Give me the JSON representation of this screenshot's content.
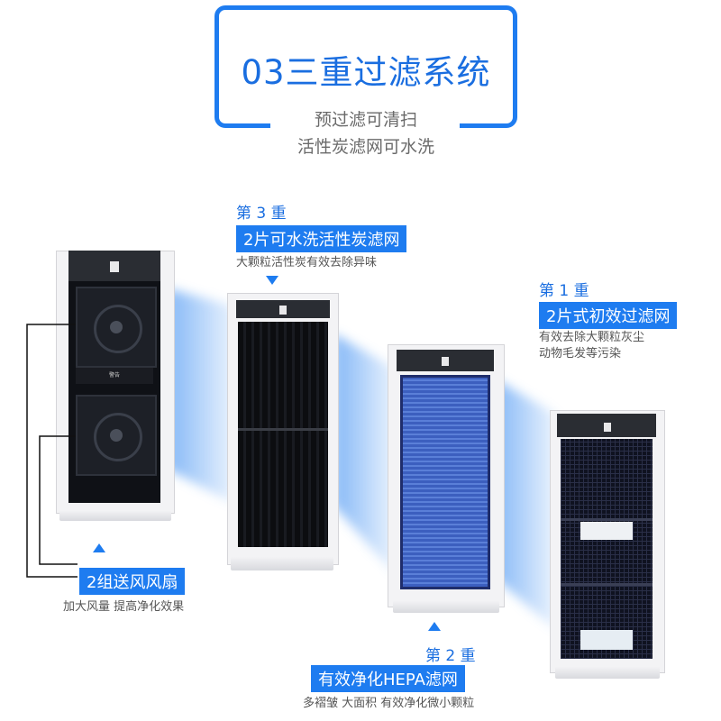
{
  "header": {
    "title": "03三重过滤系统",
    "subtitle_line1": "预过滤可清扫",
    "subtitle_line2": "活性炭滤网可水洗"
  },
  "fans": {
    "label": "2组送风风扇",
    "desc": "加大风量 提高净化效果",
    "warning_text": "警告"
  },
  "stage3": {
    "stage": "第 3 重",
    "label": "2片可水洗活性炭滤网",
    "desc": "大颗粒活性炭有效去除异味"
  },
  "stage2": {
    "stage": "第 2 重",
    "label": "有效净化HEPA滤网",
    "desc": "多褶皱 大面积 有效净化微小颗粒"
  },
  "stage1": {
    "stage": "第 1 重",
    "label": "2片式初效过滤网",
    "desc_line1": "有效去除大颗粒灰尘",
    "desc_line2": "动物毛发等污染"
  },
  "colors": {
    "accent": "#1e7cf0",
    "text_gray": "#555555",
    "device_dark": "#0f1116",
    "hepa_blue": "#3c5fbf"
  }
}
